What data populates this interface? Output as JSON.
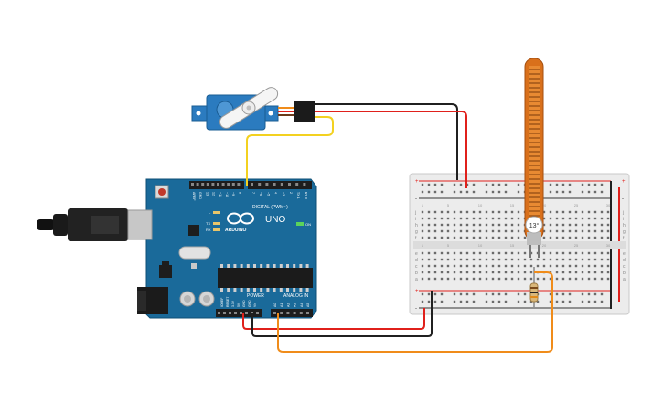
{
  "board": {
    "name": "UNO",
    "brand": "ARDUINO",
    "digital_label": "DIGITAL (PWM~)",
    "power_label": "POWER",
    "analog_label": "ANALOG IN",
    "on_label": "ON",
    "led_l": "L",
    "led_tx": "TX",
    "led_rx": "RX",
    "power_pins": [
      "IOREF",
      "RESET",
      "3.3V",
      "5V",
      "GND",
      "GND",
      "Vin"
    ],
    "analog_pins": [
      "A0",
      "A1",
      "A2",
      "A3",
      "A4",
      "A5"
    ],
    "digital_pins": [
      "AREF",
      "GND",
      "13",
      "12",
      "~11",
      "~10",
      "~9",
      "8",
      "7",
      "~6",
      "~5",
      "4",
      "~3",
      "2",
      "TX 1",
      "RX 0"
    ]
  },
  "flex_sensor": {
    "bend_label": "13°"
  },
  "breadboard": {
    "rows_top": [
      "j",
      "i",
      "h",
      "g",
      "f"
    ],
    "rows_bottom": [
      "e",
      "d",
      "c",
      "b",
      "a"
    ],
    "column_numbers": [
      "1",
      "5",
      "10",
      "15",
      "20",
      "25",
      "30"
    ],
    "rail_plus": "+",
    "rail_minus": "-"
  },
  "colors": {
    "arduino_blue": "#1a6a9a",
    "servo_blue": "#2b7bbf",
    "wire_red": "#e0201b",
    "wire_black": "#202020",
    "wire_yellow": "#f3d120",
    "wire_orange": "#f08c1a",
    "breadboard": "#ececec",
    "flex_sensor": "#d9701b"
  }
}
